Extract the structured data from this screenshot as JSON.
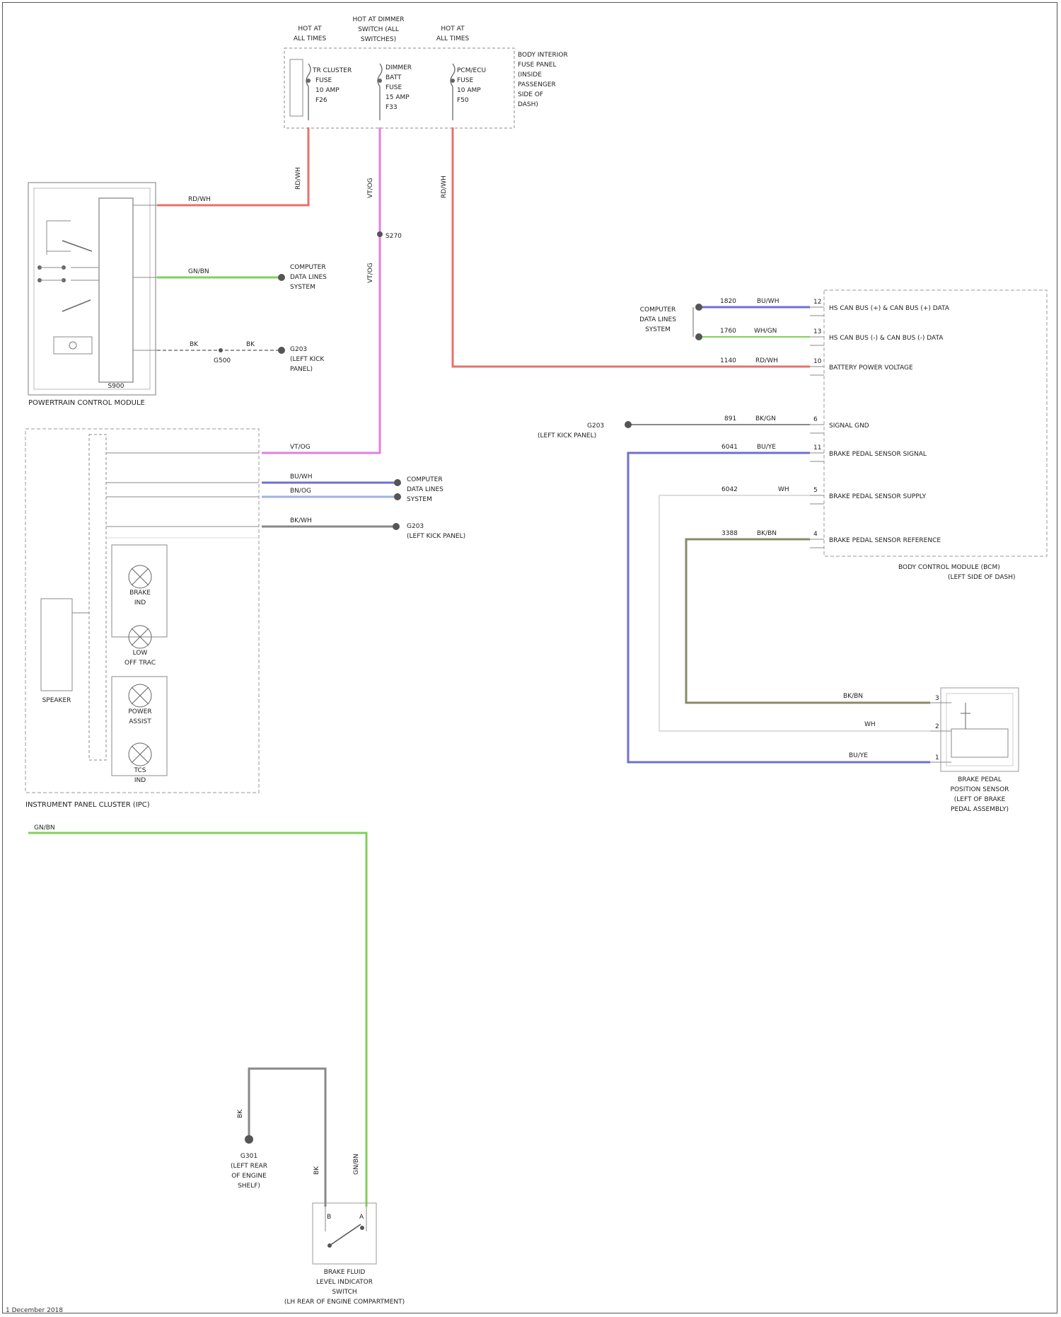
{
  "colors": {
    "red": "#e8706a",
    "green": "#7fd15a",
    "pink": "#e27fe0",
    "blue": "#6d6fd6",
    "lightblue": "#9fb2e0",
    "gray": "#888888",
    "olive": "#8a8a6a"
  },
  "fuses": {
    "f1": {
      "top": "HOT AT",
      "bottom": "ALL TIMES",
      "inner": [
        "TR CLUSTER",
        "FUSE",
        "10 AMP",
        "F26"
      ]
    },
    "f2": {
      "top": "HOT AT DIMMER",
      "mid": "SWITCH (ALL",
      "bottom": "SWITCHES)",
      "inner": [
        "DIMMER",
        "BATT",
        "FUSE",
        "15 AMP",
        "F33"
      ]
    },
    "f3": {
      "top": "HOT AT",
      "bottom": "ALL TIMES",
      "inner": [
        "PCM/ECU",
        "FUSE",
        "10 AMP",
        "F50"
      ]
    },
    "box_label": [
      "BODY INTERIOR",
      "FUSE PANEL",
      "(INSIDE",
      "PASSENGER",
      "SIDE OF",
      "DASH)"
    ]
  },
  "wires": {
    "w_red1": "RD/WH",
    "w_red2": "RD/WH",
    "w_pink_v": "VT/OG",
    "w_pink_v2": "VT/OG",
    "w_red3": "RD/WH",
    "w_green1": "GN/BN",
    "w_g1": "BK",
    "w_g2": "BK",
    "w_pink_h": "VT/OG",
    "w_blue1": "BU/WH",
    "w_blue2": "BN/OG",
    "w_gray": "BK/WH",
    "w_green2": "GN/BN",
    "w_g_sw": "BK",
    "w_g_sw2": "BK",
    "w_green_v": "GN/BN",
    "p1_c": "BU/WH",
    "p2_c": "WH/GN",
    "p3_c": "RD/WH",
    "p4_c": "BK/GN",
    "p5_c": "BU/YE",
    "p6_c": "WH",
    "p7_c": "BK/BN",
    "p1_n": "1820",
    "p2_n": "1760",
    "p3_n": "1140",
    "p4_n": "891",
    "p5_n": "6041",
    "p6_n": "6042",
    "p7_n": "3388",
    "sensor_w1": "BK/BN",
    "sensor_w2": "WH",
    "sensor_w3": "BU/YE"
  },
  "powertrain": {
    "label": "POWERTRAIN CONTROL MODULE",
    "splice": "S900",
    "ground": "G500"
  },
  "cluster": {
    "label": "INSTRUMENT PANEL CLUSTER (IPC)",
    "buzzer": "SPEAKER",
    "lamps": [
      "BRAKE",
      "LOW",
      "POWER",
      "TCS"
    ],
    "lamp_sub": [
      "IND",
      "OFF TRAC",
      "ASSIST",
      "IND"
    ]
  },
  "notes": {
    "splice_top": "S270",
    "computer1": [
      "COMPUTER",
      "DATA LINES",
      "SYSTEM"
    ],
    "ground1": [
      "G203",
      "(LEFT KICK",
      "PANEL)"
    ],
    "computer2": [
      "COMPUTER",
      "DATA LINES",
      "SYSTEM"
    ],
    "ground2": [
      "G203",
      "(LEFT KICK PANEL)"
    ],
    "computer3": [
      "COMPUTER",
      "DATA LINES",
      "SYSTEM"
    ],
    "ground3": "G203",
    "ground3_sub": "(LEFT KICK PANEL)",
    "switch_ground": [
      "G301",
      "(LEFT REAR",
      "OF ENGINE",
      "SHELF)"
    ]
  },
  "bcm": {
    "label1": "BODY CONTROL MODULE (BCM)",
    "label2": "(LEFT SIDE OF DASH)",
    "pins": [
      "HS CAN BUS (+) & CAN BUS (+) DATA",
      "HS CAN BUS (-) & CAN BUS (-) DATA",
      "BATTERY POWER VOLTAGE",
      "SIGNAL GND",
      "BRAKE PEDAL SENSOR SIGNAL",
      "BRAKE PEDAL SENSOR SUPPLY",
      "BRAKE PEDAL SENSOR REFERENCE"
    ],
    "pin_nums": [
      "12",
      "13",
      "10",
      "6",
      "11",
      "5",
      "4"
    ]
  },
  "sensor": {
    "label": [
      "BRAKE PEDAL",
      "POSITION SENSOR",
      "(LEFT OF BRAKE",
      "PEDAL ASSEMBLY)"
    ],
    "pins": [
      "3",
      "2",
      "1"
    ]
  },
  "switch": {
    "label": [
      "BRAKE FLUID",
      "LEVEL INDICATOR",
      "SWITCH",
      "(LH REAR OF ENGINE COMPARTMENT)"
    ],
    "pins": [
      "B",
      "A"
    ]
  },
  "footer": "1 December 2018"
}
